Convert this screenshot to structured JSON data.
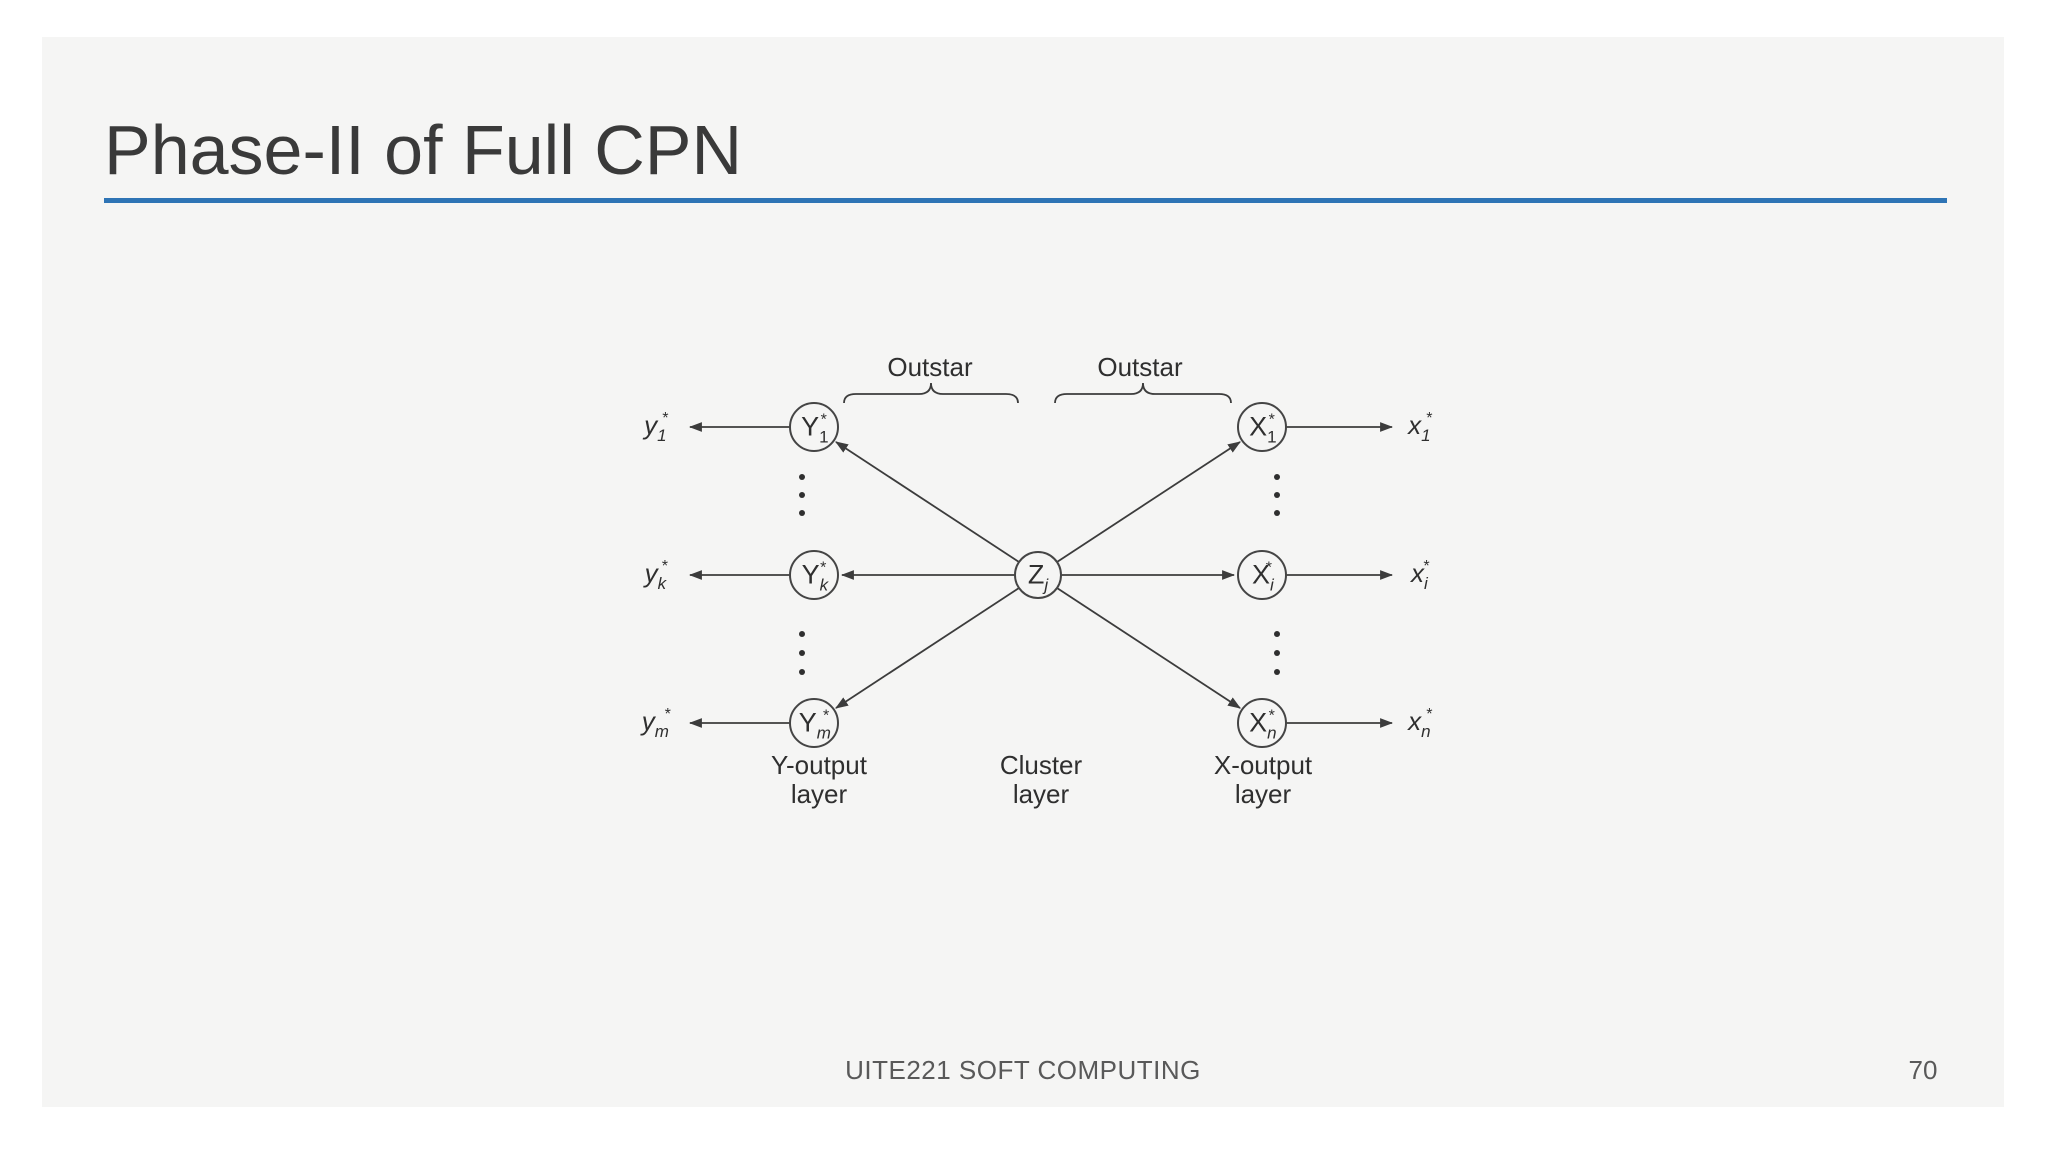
{
  "slide": {
    "title": "Phase-II of Full CPN",
    "footer": "UITE221 SOFT COMPUTING",
    "page_number": "70"
  },
  "colors": {
    "accent": "#2e74b5",
    "slide_bg": "#f5f5f4",
    "ink": "#3c3c3c",
    "title_text": "#3a3a3a",
    "footer_text": "#595959"
  },
  "diagram": {
    "outstar_left": "Outstar",
    "outstar_right": "Outstar",
    "cluster_node": {
      "base": "Z",
      "sub": "j"
    },
    "y_nodes": [
      {
        "base": "Y",
        "sub": "1",
        "sup": "*",
        "out_base": "y",
        "out_sub": "1",
        "out_sup": "*"
      },
      {
        "base": "Y",
        "sub": "k",
        "sup": "*",
        "out_base": "y",
        "out_sub": "k",
        "out_sup": "*"
      },
      {
        "base": "Y",
        "sub": "m",
        "sup": "*",
        "out_base": "y",
        "out_sub": "m",
        "out_sup": "*"
      }
    ],
    "x_nodes": [
      {
        "base": "X",
        "sub": "1",
        "sup": "*",
        "out_base": "x",
        "out_sub": "1",
        "out_sup": "*"
      },
      {
        "base": "X",
        "sub": "i",
        "sup": "*",
        "out_base": "x",
        "out_sub": "i",
        "out_sup": "*"
      },
      {
        "base": "X",
        "sub": "n",
        "sup": "*",
        "out_base": "x",
        "out_sub": "n",
        "out_sup": "*"
      }
    ],
    "layer_labels": {
      "y": [
        "Y-output",
        "layer"
      ],
      "cluster": [
        "Cluster",
        "layer"
      ],
      "x": [
        "X-output",
        "layer"
      ]
    }
  }
}
